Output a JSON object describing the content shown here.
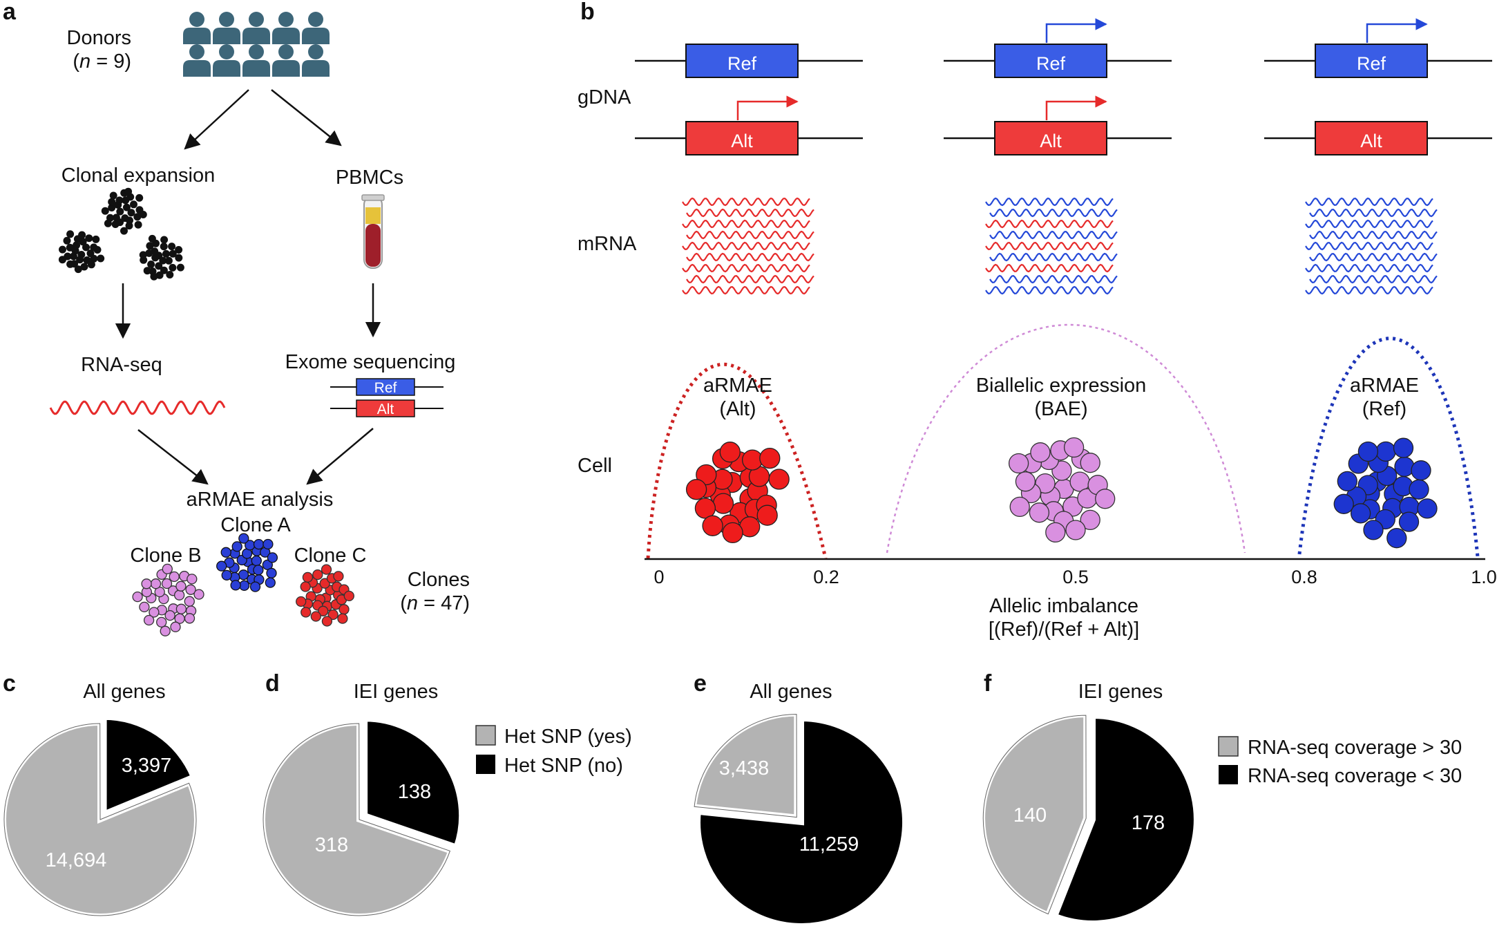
{
  "panels": {
    "a": "a",
    "b": "b",
    "c": "c",
    "d": "d",
    "e": "e",
    "f": "f"
  },
  "panel_a": {
    "donors_label": "Donors",
    "donors_n": "(n = 9)",
    "clonal_expansion": "Clonal expansion",
    "pbmcs": "PBMCs",
    "rnaseq": "RNA-seq",
    "exome": "Exome sequencing",
    "ref": "Ref",
    "alt": "Alt",
    "armae_analysis": "aRMAE analysis",
    "clone_a": "Clone A",
    "clone_b": "Clone B",
    "clone_c": "Clone C",
    "clones": "Clones",
    "clones_n": "(n = 47)"
  },
  "panel_b": {
    "gdna": "gDNA",
    "mrna": "mRNA",
    "cell": "Cell",
    "ref": "Ref",
    "alt": "Alt",
    "armae_alt_1": "aRMAE",
    "armae_alt_2": "(Alt)",
    "bae_1": "Biallelic expression",
    "bae_2": "(BAE)",
    "armae_ref_1": "aRMAE",
    "armae_ref_2": "(Ref)",
    "axis_title_1": "Allelic imbalance",
    "axis_title_2": "[(Ref)/(Ref + Alt)]",
    "ticks": [
      "0",
      "0.2",
      "0.5",
      "0.8",
      "1.0"
    ]
  },
  "chart_data": [
    {
      "type": "pie",
      "title": "All genes",
      "labels": [
        "Het SNP (no)",
        "Het SNP (yes)"
      ],
      "values": [
        3397,
        14694
      ],
      "value_labels": [
        "3,397",
        "14,694"
      ],
      "colors": [
        "#000000",
        "#b3b3b3"
      ]
    },
    {
      "type": "pie",
      "title": "IEI genes",
      "labels": [
        "Het SNP (no)",
        "Het SNP (yes)"
      ],
      "values": [
        138,
        318
      ],
      "value_labels": [
        "138",
        "318"
      ],
      "colors": [
        "#000000",
        "#b3b3b3"
      ]
    },
    {
      "type": "pie",
      "title": "All genes",
      "labels": [
        "RNA-seq coverage > 30",
        "RNA-seq coverage < 30"
      ],
      "values": [
        3438,
        11259
      ],
      "value_labels": [
        "3,438",
        "11,259"
      ],
      "colors": [
        "#b3b3b3",
        "#000000"
      ]
    },
    {
      "type": "pie",
      "title": "IEI genes",
      "labels": [
        "RNA-seq coverage > 30",
        "RNA-seq coverage < 30"
      ],
      "values": [
        140,
        178
      ],
      "value_labels": [
        "140",
        "178"
      ],
      "colors": [
        "#b3b3b3",
        "#000000"
      ]
    }
  ],
  "legend_de": [
    {
      "label": "Het SNP (yes)",
      "color": "#b3b3b3"
    },
    {
      "label": "Het SNP (no)",
      "color": "#000000"
    }
  ],
  "legend_ef": [
    {
      "label": "RNA-seq coverage > 30",
      "color": "#b3b3b3"
    },
    {
      "label": "RNA-seq coverage < 30",
      "color": "#000000"
    }
  ],
  "colors": {
    "ref_blue": "#3355dd",
    "alt_red": "#ee3333",
    "bae_pink": "#d28ad8",
    "donor_teal": "#3d6679",
    "grey": "#b3b3b3"
  }
}
